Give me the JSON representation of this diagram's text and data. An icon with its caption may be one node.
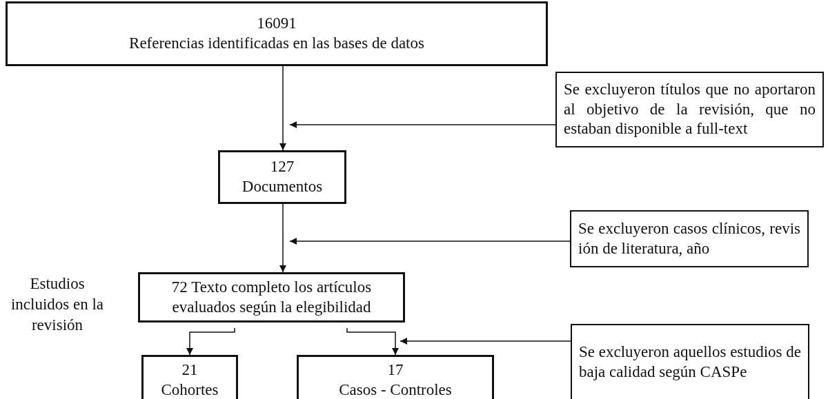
{
  "diagram": {
    "nodes": [
      {
        "text": [
          "16091",
          "Referencias identificadas en las bases de datos"
        ]
      },
      {
        "text": [
          "Se excluyeron títulos que no aportaron al objetivo de la revisión, que no estaban disponible a full-text"
        ]
      },
      {
        "text": [
          "127",
          "Documentos"
        ]
      },
      {
        "text": [
          "Se excluyeron casos clínicos, revis ión de literatura, año"
        ]
      },
      {
        "text": [
          "72 Texto completo los artículos evaluados según la elegibilidad"
        ]
      },
      {
        "text": [
          "Se excluyeron aquellos estudios de baja calidad según CASPe"
        ]
      },
      {
        "text": [
          "21",
          "Cohortes"
        ]
      },
      {
        "text": [
          "17",
          "Casos - Controles"
        ]
      }
    ],
    "edges": [
      {
        "from": 0,
        "to": 2,
        "arrow": "to"
      },
      {
        "from": 1,
        "to": null,
        "arrow": "to"
      },
      {
        "from": 2,
        "to": 4,
        "arrow": "to"
      },
      {
        "from": 3,
        "to": null,
        "arrow": "to"
      },
      {
        "from": 4,
        "to": 6,
        "arrow": "to"
      },
      {
        "from": 4,
        "to": 7,
        "arrow": "to"
      },
      {
        "from": 5,
        "to": 7,
        "arrow": "to"
      }
    ],
    "labels": [
      "Estudios incluidos en la revisión"
    ]
  }
}
